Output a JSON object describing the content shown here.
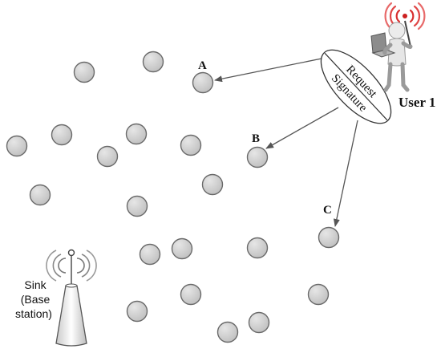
{
  "diagram": {
    "node_labels": {
      "a": "A",
      "b": "B",
      "c": "C"
    },
    "request_oval": {
      "line1": "Request",
      "line2": "Signature"
    },
    "user_label": "User 1",
    "sink_label": {
      "line1": "Sink",
      "line2": "(Base",
      "line3": "station)"
    }
  },
  "icons": [
    "wifi-signal-icon",
    "user-with-laptop-icon",
    "antenna-tower-icon"
  ]
}
